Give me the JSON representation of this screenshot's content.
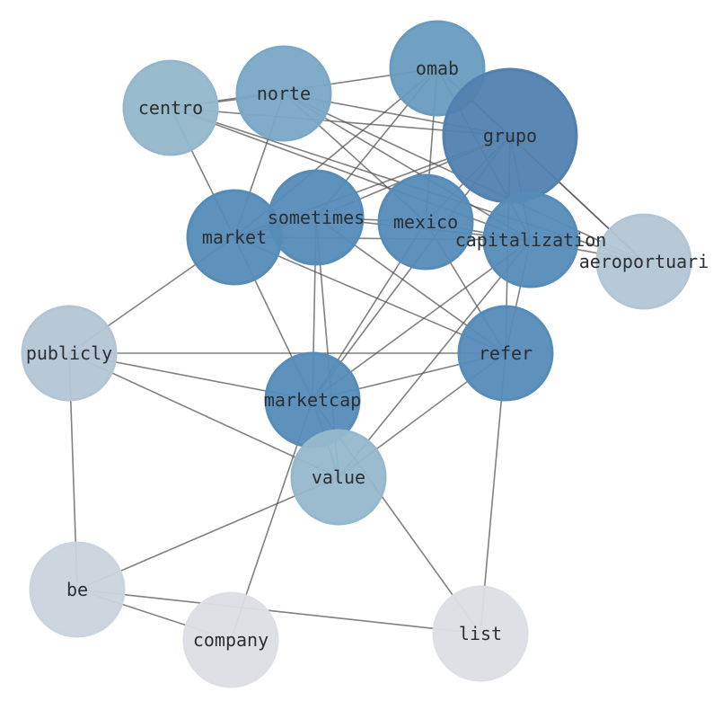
{
  "nodes": [
    {
      "id": "omab",
      "label": "omab",
      "color": "#74add4"
    },
    {
      "id": "norte",
      "label": "norte",
      "color": "#87bbdd"
    },
    {
      "id": "centro",
      "label": "centro",
      "color": "#a4cbe2"
    },
    {
      "id": "grupo",
      "label": "grupo",
      "color": "#5b8fc3"
    },
    {
      "id": "sometimes",
      "label": "sometimes",
      "color": "#5f9bcc"
    },
    {
      "id": "mexico",
      "label": "mexico",
      "color": "#5f9bcc"
    },
    {
      "id": "market",
      "label": "market",
      "color": "#5f9bcc"
    },
    {
      "id": "capitalization",
      "label": "capitalization",
      "color": "#5f9bcc"
    },
    {
      "id": "aeroportuari",
      "label": "aeroportuari",
      "color": "#c7dbec"
    },
    {
      "id": "publicly",
      "label": "publicly",
      "color": "#c7dbec"
    },
    {
      "id": "refer",
      "label": "refer",
      "color": "#5f9bcc"
    },
    {
      "id": "marketcap",
      "label": "marketcap",
      "color": "#5f9bcc"
    },
    {
      "id": "value",
      "label": "value",
      "color": "#a5cce3"
    },
    {
      "id": "be",
      "label": "be",
      "color": "#e0ebf6"
    },
    {
      "id": "company",
      "label": "company",
      "color": "#f4f8fd"
    },
    {
      "id": "list",
      "label": "list",
      "color": "#f4f8fd"
    }
  ],
  "edges": [
    [
      "centro",
      "omab"
    ],
    [
      "centro",
      "grupo"
    ],
    [
      "centro",
      "market"
    ],
    [
      "centro",
      "capitalization"
    ],
    [
      "centro",
      "aeroportuari"
    ],
    [
      "norte",
      "grupo"
    ],
    [
      "norte",
      "market"
    ],
    [
      "norte",
      "mexico"
    ],
    [
      "norte",
      "capitalization"
    ],
    [
      "norte",
      "aeroportuari"
    ],
    [
      "norte",
      "centro"
    ],
    [
      "omab",
      "sometimes"
    ],
    [
      "omab",
      "market"
    ],
    [
      "omab",
      "mexico"
    ],
    [
      "omab",
      "capitalization"
    ],
    [
      "omab",
      "aeroportuari"
    ],
    [
      "omab",
      "grupo"
    ],
    [
      "grupo",
      "sometimes"
    ],
    [
      "grupo",
      "mexico"
    ],
    [
      "grupo",
      "market"
    ],
    [
      "grupo",
      "capitalization"
    ],
    [
      "grupo",
      "refer"
    ],
    [
      "grupo",
      "marketcap"
    ],
    [
      "grupo",
      "aeroportuari"
    ],
    [
      "sometimes",
      "market"
    ],
    [
      "sometimes",
      "refer"
    ],
    [
      "sometimes",
      "marketcap"
    ],
    [
      "sometimes",
      "value"
    ],
    [
      "sometimes",
      "capitalization"
    ],
    [
      "sometimes",
      "mexico"
    ],
    [
      "mexico",
      "marketcap"
    ],
    [
      "mexico",
      "aeroportuari"
    ],
    [
      "mexico",
      "refer"
    ],
    [
      "market",
      "publicly"
    ],
    [
      "market",
      "capitalization"
    ],
    [
      "market",
      "refer"
    ],
    [
      "market",
      "marketcap"
    ],
    [
      "capitalization",
      "marketcap"
    ],
    [
      "capitalization",
      "value"
    ],
    [
      "capitalization",
      "refer"
    ],
    [
      "publicly",
      "refer"
    ],
    [
      "publicly",
      "marketcap"
    ],
    [
      "publicly",
      "value"
    ],
    [
      "publicly",
      "be"
    ],
    [
      "refer",
      "marketcap"
    ],
    [
      "refer",
      "value"
    ],
    [
      "refer",
      "list"
    ],
    [
      "marketcap",
      "value"
    ],
    [
      "marketcap",
      "company"
    ],
    [
      "marketcap",
      "list"
    ],
    [
      "value",
      "be"
    ],
    [
      "be",
      "company"
    ],
    [
      "be",
      "list"
    ]
  ]
}
